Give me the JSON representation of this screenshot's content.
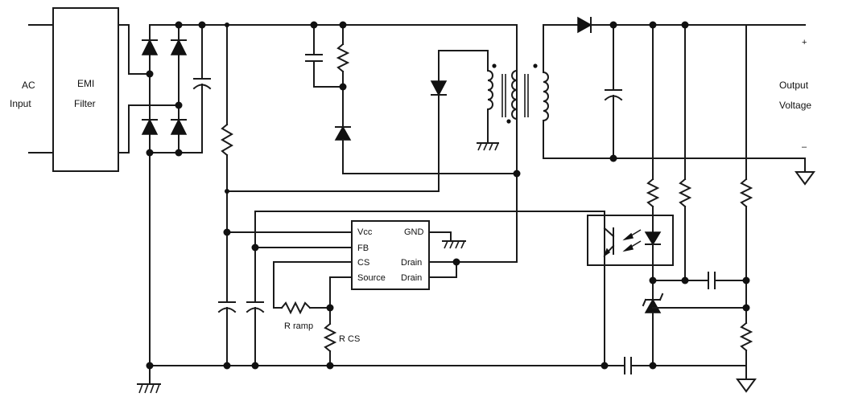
{
  "labels": {
    "ac": "AC",
    "input": "Input",
    "emi": "EMI",
    "filter": "Filter",
    "output": "Output",
    "voltage": "Voltage",
    "plus": "+",
    "minus": "–",
    "vcc": "Vcc",
    "gnd": "GND",
    "fb": "FB",
    "cs": "CS",
    "source": "Source",
    "drain1": "Drain",
    "drain2": "Drain",
    "rramp_r": "R",
    "rramp_sub": "ramp",
    "rcs_r": "R",
    "rcs_sub": "CS"
  }
}
